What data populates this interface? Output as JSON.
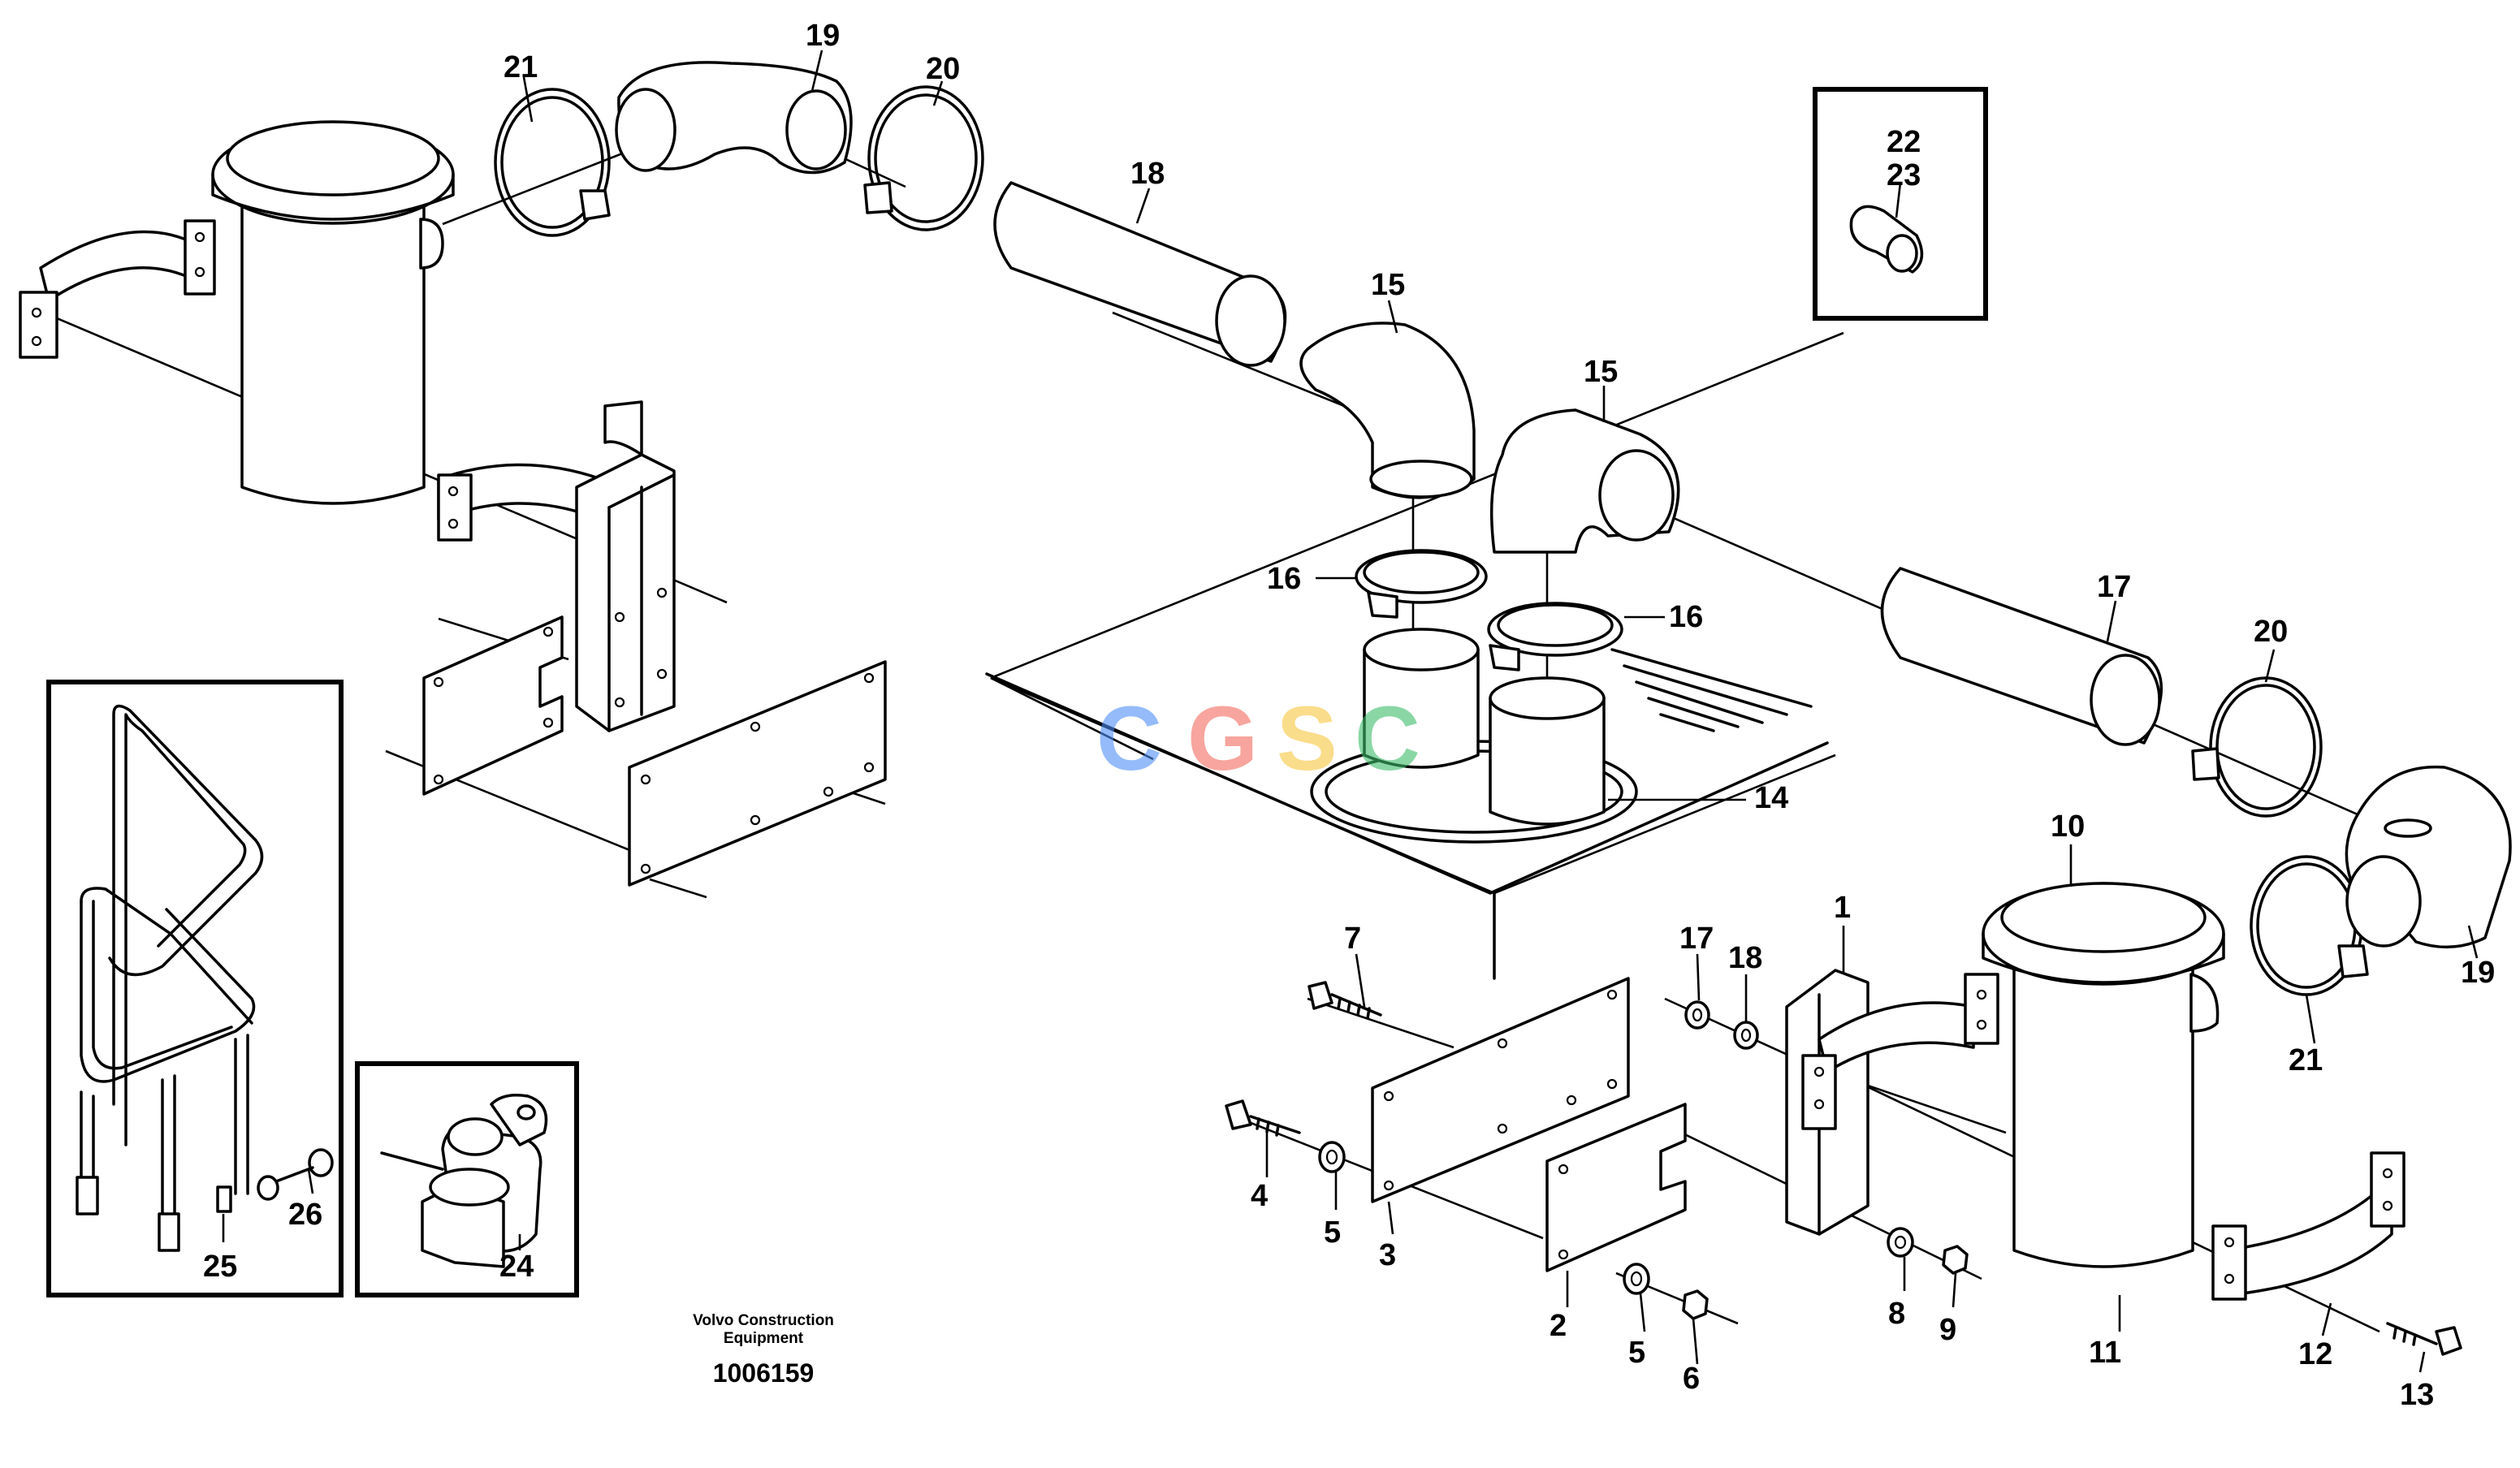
{
  "watermark": {
    "letters": [
      "C",
      "G",
      "S",
      "C"
    ],
    "colors": [
      "#4f8ef7",
      "#f36b5e",
      "#f7c73e",
      "#3ebd6a"
    ]
  },
  "caption": {
    "brand_line1": "Volvo Construction",
    "brand_line2": "Equipment",
    "document_number": "1006159"
  },
  "inset_boxes": {
    "top_right": [
      "22",
      "23"
    ]
  },
  "callouts": {
    "c1": "1",
    "c2": "2",
    "c3": "3",
    "c4": "4",
    "c5a": "5",
    "c5b": "5",
    "c6": "6",
    "c7": "7",
    "c8": "8",
    "c9": "9",
    "c10": "10",
    "c11": "11",
    "c12": "12",
    "c13": "13",
    "c14": "14",
    "c15a": "15",
    "c15b": "15",
    "c16a": "16",
    "c16b": "16",
    "c17a": "17",
    "c17b": "17",
    "c18a": "18",
    "c18b": "18",
    "c19a": "19",
    "c19b": "19",
    "c20a": "20",
    "c20b": "20",
    "c21a": "21",
    "c21b": "21",
    "c24": "24",
    "c25": "25",
    "c26": "26"
  }
}
